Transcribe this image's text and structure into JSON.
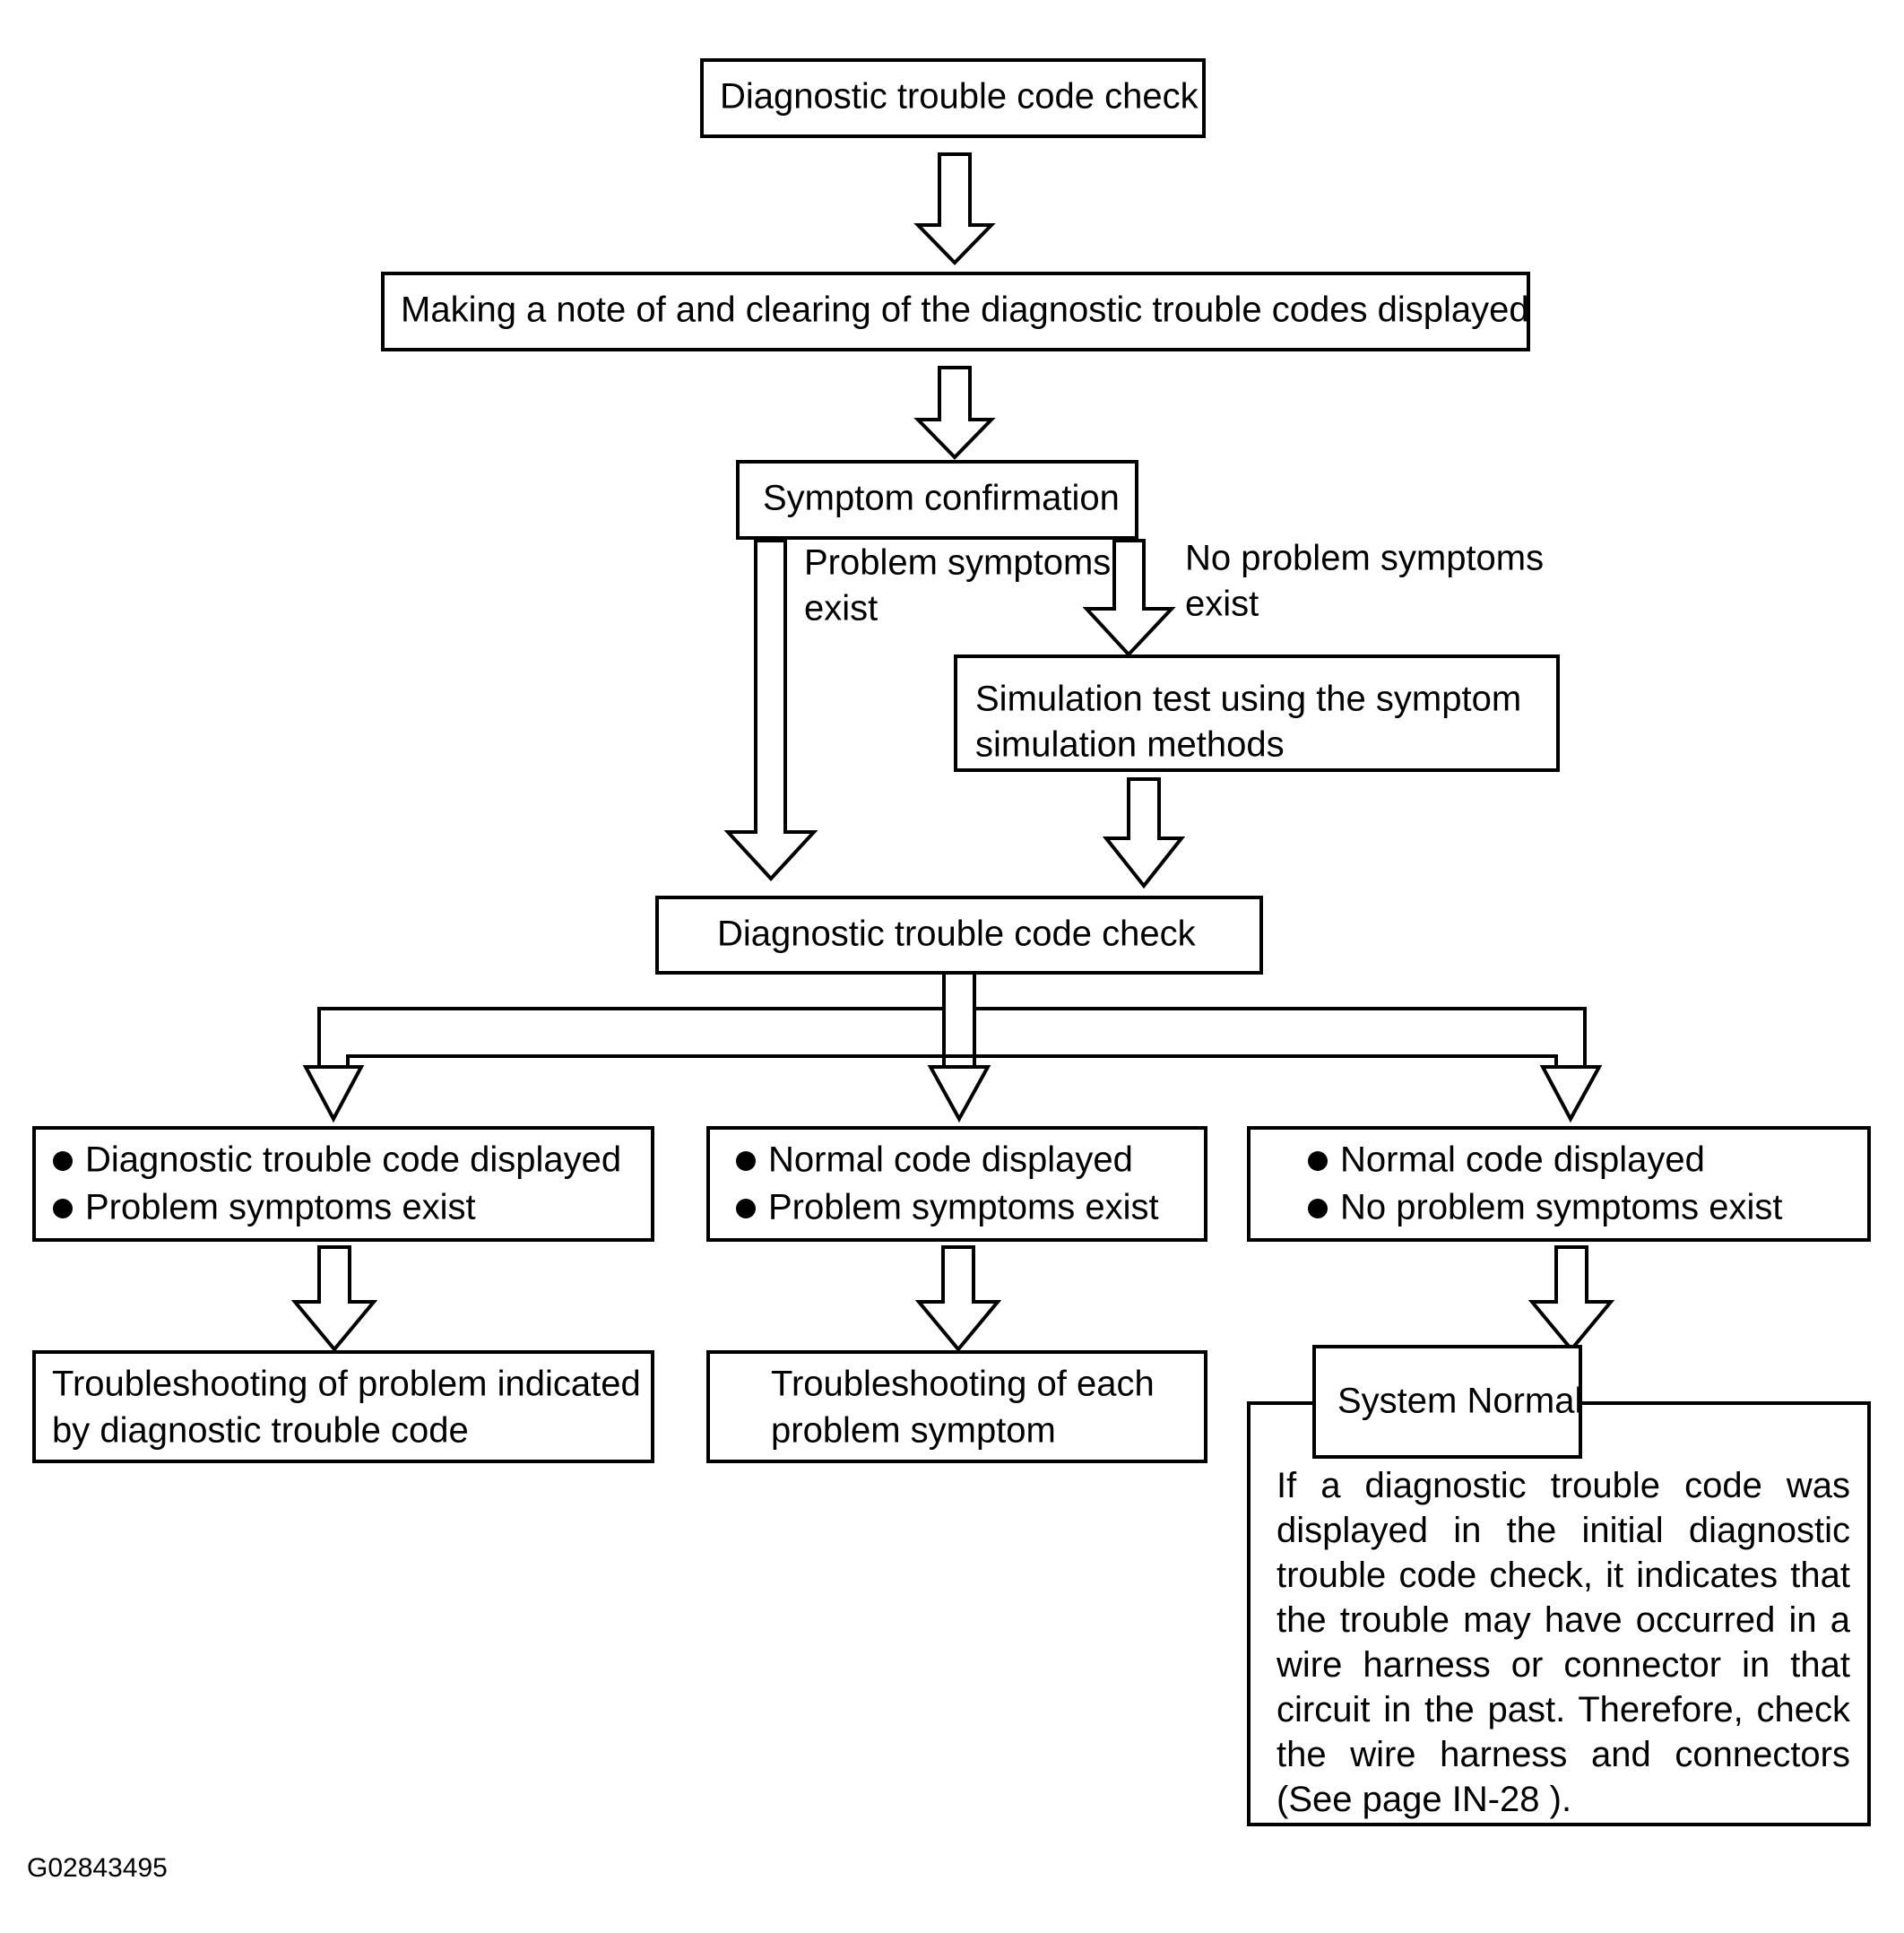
{
  "diagram": {
    "figure_code": "G02843495",
    "nodes": {
      "start_check": "Diagnostic trouble code check",
      "clear_codes": "Making a note of and clearing of the diagnostic trouble codes displayed",
      "symptom_confirmation": "Symptom confirmation",
      "simulation_test_line1": "Simulation test using the symptom",
      "simulation_test_line2": "simulation methods",
      "second_check": "Diagnostic trouble code check",
      "outcome_left_b1": "Diagnostic trouble code displayed",
      "outcome_left_b2": "Problem symptoms exist",
      "outcome_mid_b1": "Normal code displayed",
      "outcome_mid_b2": "Problem symptoms exist",
      "outcome_right_b1": "Normal code displayed",
      "outcome_right_b2": "No problem symptoms exist",
      "action_left_line1": "Troubleshooting of problem indicated",
      "action_left_line2": "by diagnostic trouble code",
      "action_mid_line1": "Troubleshooting of each",
      "action_mid_line2": "problem symptom",
      "system_normal_label": "System Normal",
      "system_normal_note": "If a diagnostic trouble code was displayed in the initial diagnostic trouble code check, it indicates that the trouble may have occurred in a wire harness or connector in that circuit in the past. Therefore, check the wire harness and connectors (See page IN-28 )."
    },
    "edge_labels": {
      "problem_line1": "Problem symptoms",
      "problem_line2": "exist",
      "no_problem_line1": "No problem symptoms",
      "no_problem_line2": "exist"
    },
    "colors": {
      "stroke": "#000000",
      "fill": "#ffffff",
      "text": "#000000"
    }
  }
}
